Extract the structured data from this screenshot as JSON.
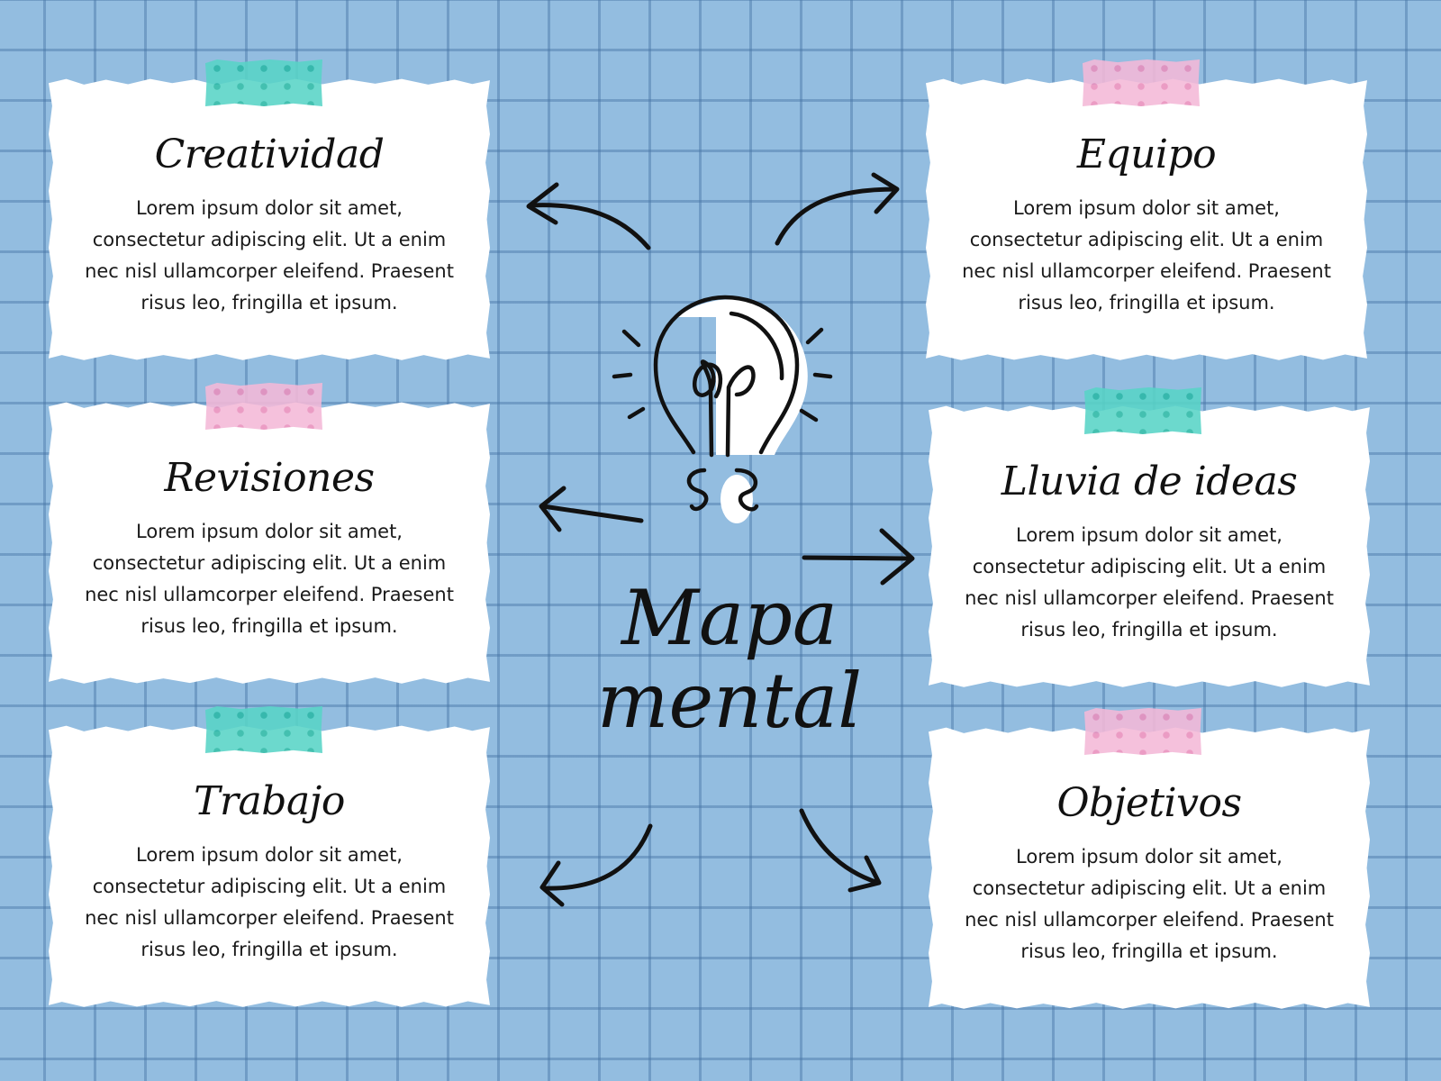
{
  "title": {
    "line1": "Mapa",
    "line2": "mental"
  },
  "cards": [
    {
      "title": "Creatividad",
      "text": "Lorem ipsum dolor sit amet, consectetur adipiscing elit. Ut a enim nec nisl ullamcorper eleifend. Praesent risus leo, fringilla et ipsum.",
      "tape": "teal"
    },
    {
      "title": "Equipo",
      "text": "Lorem ipsum dolor sit amet, consectetur adipiscing elit. Ut a enim nec nisl ullamcorper eleifend. Praesent risus leo, fringilla et ipsum.",
      "tape": "pink"
    },
    {
      "title": "Revisiones",
      "text": "Lorem ipsum dolor sit amet, consectetur adipiscing elit. Ut a enim nec nisl ullamcorper eleifend. Praesent risus leo, fringilla et ipsum.",
      "tape": "pink"
    },
    {
      "title": "Lluvia de ideas",
      "text": "Lorem ipsum dolor sit amet, consectetur adipiscing elit. Ut a enim nec nisl ullamcorper eleifend. Praesent risus leo, fringilla et ipsum.",
      "tape": "teal"
    },
    {
      "title": "Trabajo",
      "text": "Lorem ipsum dolor sit amet, consectetur adipiscing elit. Ut a enim nec nisl ullamcorper eleifend. Praesent risus leo, fringilla et ipsum.",
      "tape": "teal"
    },
    {
      "title": "Objetivos",
      "text": "Lorem ipsum dolor sit amet, consectetur adipiscing elit. Ut a enim nec nisl ullamcorper eleifend. Praesent risus leo, fringilla et ipsum.",
      "tape": "pink"
    }
  ],
  "central_icon": "lightbulb-icon",
  "colors": {
    "background": "#93bde0",
    "grid": "#4673a5",
    "card": "#ffffff",
    "tape_teal": "#58d4c6",
    "tape_pink": "#f4b9d8",
    "ink": "#111111"
  }
}
